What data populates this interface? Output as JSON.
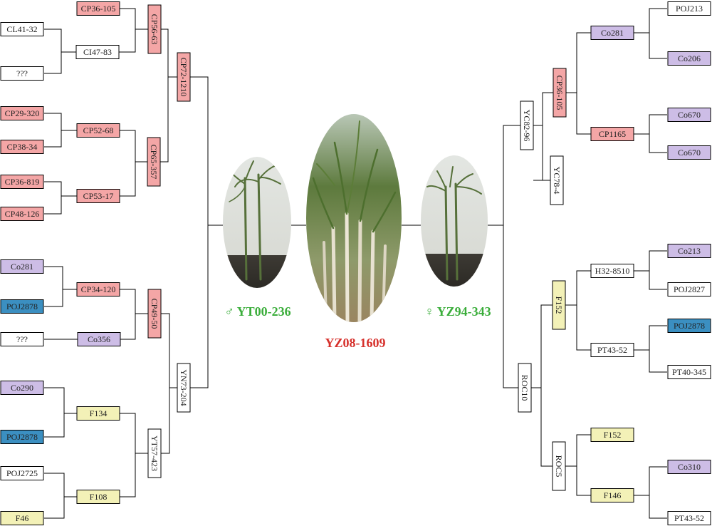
{
  "colors": {
    "red": "#f4a6a6",
    "purple": "#cdbde6",
    "blue": "#3b8fc1",
    "yellow": "#f3f1b7",
    "white": "#ffffff",
    "line": "#000000",
    "parent_text": "#3aad3a",
    "offspring_text": "#d6302b"
  },
  "titles": {
    "male_parent": "♂ YT00-236",
    "female_parent": "♀ YZ94-343",
    "offspring": "YZ08-1609"
  },
  "nodes": [
    {
      "id": "l_cp36_105",
      "label": "CP36-105",
      "color": "red"
    },
    {
      "id": "l_cl41_32",
      "label": "CL41-32",
      "color": "white"
    },
    {
      "id": "l_ci47_83",
      "label": "CI47-83",
      "color": "white"
    },
    {
      "id": "l_unk1",
      "label": "???",
      "color": "white"
    },
    {
      "id": "l_cp56_63",
      "label": "CP56-63",
      "color": "red"
    },
    {
      "id": "l_cp72_1210",
      "label": "CP72-1210",
      "color": "red"
    },
    {
      "id": "l_cp29_320",
      "label": "CP29-320",
      "color": "red"
    },
    {
      "id": "l_cp52_68",
      "label": "CP52-68",
      "color": "red"
    },
    {
      "id": "l_cp38_34",
      "label": "CP38-34",
      "color": "red"
    },
    {
      "id": "l_cp65_357",
      "label": "CP65-357",
      "color": "red"
    },
    {
      "id": "l_cp36_819",
      "label": "CP36-819",
      "color": "red"
    },
    {
      "id": "l_cp53_17",
      "label": "CP53-17",
      "color": "red"
    },
    {
      "id": "l_cp48_126",
      "label": "CP48-126",
      "color": "red"
    },
    {
      "id": "l_co281",
      "label": "Co281",
      "color": "purple"
    },
    {
      "id": "l_cp34_120",
      "label": "CP34-120",
      "color": "red"
    },
    {
      "id": "l_poj2878a",
      "label": "POJ2878",
      "color": "blue"
    },
    {
      "id": "l_cp49_50",
      "label": "CP49-50",
      "color": "red"
    },
    {
      "id": "l_unk2",
      "label": "???",
      "color": "white"
    },
    {
      "id": "l_co356",
      "label": "Co356",
      "color": "purple"
    },
    {
      "id": "l_yn73_204",
      "label": "YN73-204",
      "color": "white"
    },
    {
      "id": "l_co290",
      "label": "Co290",
      "color": "purple"
    },
    {
      "id": "l_f134",
      "label": "F134",
      "color": "yellow"
    },
    {
      "id": "l_poj2878b",
      "label": "POJ2878",
      "color": "blue"
    },
    {
      "id": "l_yt57_423",
      "label": "YT57-423",
      "color": "white"
    },
    {
      "id": "l_poj2725",
      "label": "POJ2725",
      "color": "white"
    },
    {
      "id": "l_f108",
      "label": "F108",
      "color": "yellow"
    },
    {
      "id": "l_f46",
      "label": "F46",
      "color": "yellow"
    },
    {
      "id": "r_poj213",
      "label": "POJ213",
      "color": "white"
    },
    {
      "id": "r_co281",
      "label": "Co281",
      "color": "purple"
    },
    {
      "id": "r_co206",
      "label": "Co206",
      "color": "purple"
    },
    {
      "id": "r_cp36_105",
      "label": "CP36-105",
      "color": "red"
    },
    {
      "id": "r_yc82_96",
      "label": "YC82-96",
      "color": "white"
    },
    {
      "id": "r_co670a",
      "label": "Co670",
      "color": "purple"
    },
    {
      "id": "r_cp1165",
      "label": "CP1165",
      "color": "red"
    },
    {
      "id": "r_co670b",
      "label": "Co670",
      "color": "purple"
    },
    {
      "id": "r_yc78_4",
      "label": "YC78-4",
      "color": "white"
    },
    {
      "id": "r_co213",
      "label": "Co213",
      "color": "purple"
    },
    {
      "id": "r_h32_8510",
      "label": "H32-8510",
      "color": "white"
    },
    {
      "id": "r_poj2827",
      "label": "POJ2827",
      "color": "white"
    },
    {
      "id": "r_f152a",
      "label": "F152",
      "color": "yellow"
    },
    {
      "id": "r_poj2878",
      "label": "POJ2878",
      "color": "blue"
    },
    {
      "id": "r_pt43_52a",
      "label": "PT43-52",
      "color": "white"
    },
    {
      "id": "r_pt40_345",
      "label": "PT40-345",
      "color": "white"
    },
    {
      "id": "r_roc10",
      "label": "ROC10",
      "color": "white"
    },
    {
      "id": "r_f152b",
      "label": "F152",
      "color": "yellow"
    },
    {
      "id": "r_roc5",
      "label": "ROC5",
      "color": "white"
    },
    {
      "id": "r_co310",
      "label": "Co310",
      "color": "purple"
    },
    {
      "id": "r_f146",
      "label": "F146",
      "color": "yellow"
    },
    {
      "id": "r_pt43_52b",
      "label": "PT43-52",
      "color": "white"
    }
  ]
}
